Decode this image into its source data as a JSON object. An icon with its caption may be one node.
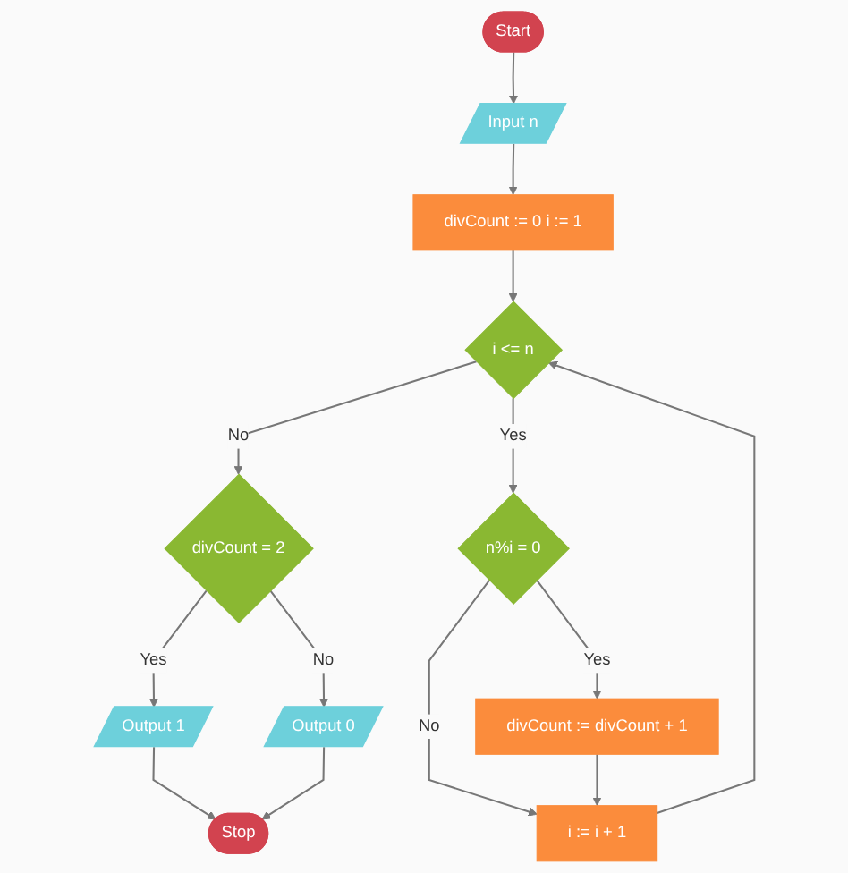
{
  "diagram": {
    "nodes": [
      {
        "text": [
          "Start"
        ]
      },
      {
        "text": [
          "Input n"
        ]
      },
      {
        "text": [
          "divCount := 0 i := 1"
        ]
      },
      {
        "text": [
          "i <= n"
        ]
      },
      {
        "text": [
          "divCount = 2"
        ]
      },
      {
        "text": [
          "Output 1"
        ]
      },
      {
        "text": [
          "Stop"
        ]
      },
      {
        "text": [
          "Output 0"
        ]
      },
      {
        "text": [
          "n%i = 0"
        ]
      },
      {
        "text": [
          "i := i + 1"
        ]
      },
      {
        "text": [
          "divCount := divCount + 1"
        ]
      }
    ],
    "edges": [
      {
        "from": 0,
        "to": 1,
        "arrow": "to"
      },
      {
        "from": 1,
        "to": 2,
        "arrow": "to"
      },
      {
        "from": 2,
        "to": 3,
        "arrow": "to"
      },
      {
        "from": 3,
        "to": 4,
        "arrow": "to",
        "label": "No"
      },
      {
        "from": 4,
        "to": 5,
        "arrow": "to",
        "label": "Yes"
      },
      {
        "from": 4,
        "to": 7,
        "arrow": "to",
        "label": "No"
      },
      {
        "from": 5,
        "to": 6,
        "arrow": "to"
      },
      {
        "from": 7,
        "to": 6,
        "arrow": "to"
      },
      {
        "from": 3,
        "to": 8,
        "arrow": "to",
        "label": "Yes"
      },
      {
        "from": 8,
        "to": 9,
        "arrow": "to",
        "label": "No"
      },
      {
        "from": 8,
        "to": 10,
        "arrow": "to",
        "label": "Yes"
      },
      {
        "from": 10,
        "to": 9,
        "arrow": "to"
      },
      {
        "from": 9,
        "to": 3,
        "arrow": "to"
      }
    ]
  }
}
